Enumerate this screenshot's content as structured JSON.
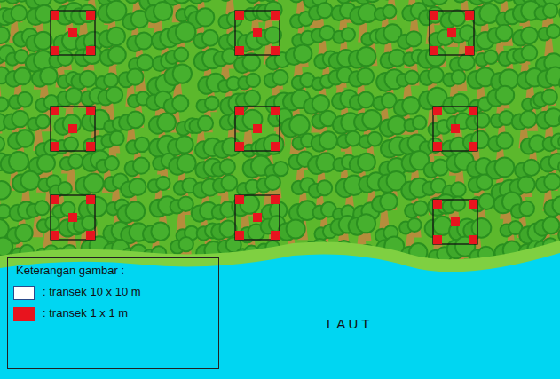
{
  "diagram": {
    "labels": [
      "L A U T",
      "Keterangan gambar :"
    ],
    "legend": [
      {
        "text": ": transek 10 x 10 m"
      },
      {
        "text": ": transek 1 x 1 m",
        "color": "#e8141e"
      }
    ]
  }
}
